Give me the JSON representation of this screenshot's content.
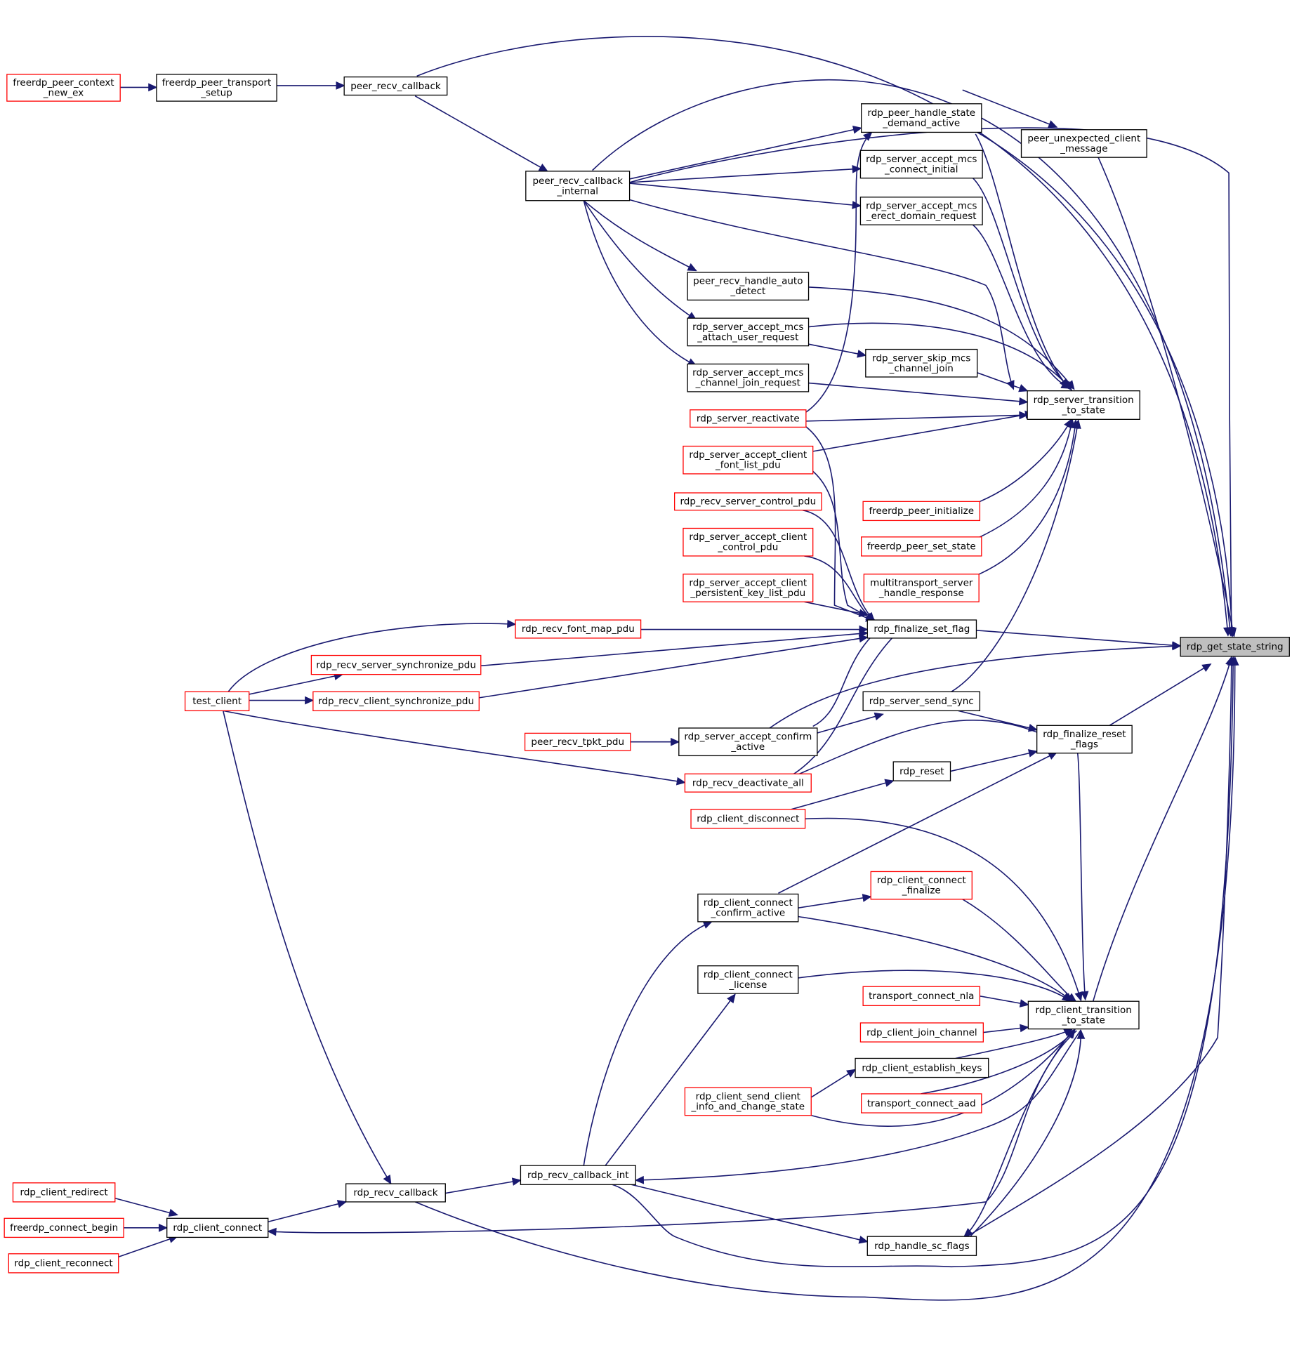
{
  "colors": {
    "edge": "#191970",
    "red_border": "#ff0000",
    "black_border": "#000000",
    "focus_fill": "#bfbfbf"
  },
  "nodes": [
    {
      "id": "rgss",
      "lines": [
        "rdp_get_state_string"
      ],
      "style": "focus"
    },
    {
      "id": "fpcne",
      "lines": [
        "freerdp_peer_context",
        "_new_ex"
      ],
      "style": "red"
    },
    {
      "id": "fpts",
      "lines": [
        "freerdp_peer_transport",
        "_setup"
      ],
      "style": "black"
    },
    {
      "id": "prc",
      "lines": [
        "peer_recv_callback"
      ],
      "style": "black"
    },
    {
      "id": "prci",
      "lines": [
        "peer_recv_callback",
        "_internal"
      ],
      "style": "black"
    },
    {
      "id": "rphsda",
      "lines": [
        "rdp_peer_handle_state",
        "_demand_active"
      ],
      "style": "black"
    },
    {
      "id": "puecm",
      "lines": [
        "peer_unexpected_client",
        "_message"
      ],
      "style": "black"
    },
    {
      "id": "rsamci",
      "lines": [
        "rdp_server_accept_mcs",
        "_connect_initial"
      ],
      "style": "black"
    },
    {
      "id": "rsamedr",
      "lines": [
        "rdp_server_accept_mcs",
        "_erect_domain_request"
      ],
      "style": "black"
    },
    {
      "id": "prhad",
      "lines": [
        "peer_recv_handle_auto",
        "_detect"
      ],
      "style": "black"
    },
    {
      "id": "rsamaur",
      "lines": [
        "rdp_server_accept_mcs",
        "_attach_user_request"
      ],
      "style": "black"
    },
    {
      "id": "rssmcj",
      "lines": [
        "rdp_server_skip_mcs",
        "_channel_join"
      ],
      "style": "black"
    },
    {
      "id": "rsamcjr",
      "lines": [
        "rdp_server_accept_mcs",
        "_channel_join_request"
      ],
      "style": "black"
    },
    {
      "id": "rsttts",
      "lines": [
        "rdp_server_transition",
        "_to_state"
      ],
      "style": "black"
    },
    {
      "id": "rsr",
      "lines": [
        "rdp_server_reactivate"
      ],
      "style": "red"
    },
    {
      "id": "rsacflp",
      "lines": [
        "rdp_server_accept_client",
        "_font_list_pdu"
      ],
      "style": "red"
    },
    {
      "id": "rrscp",
      "lines": [
        "rdp_recv_server_control_pdu"
      ],
      "style": "red"
    },
    {
      "id": "fpi",
      "lines": [
        "freerdp_peer_initialize"
      ],
      "style": "red"
    },
    {
      "id": "rsaccp",
      "lines": [
        "rdp_server_accept_client",
        "_control_pdu"
      ],
      "style": "red"
    },
    {
      "id": "fpss",
      "lines": [
        "freerdp_peer_set_state"
      ],
      "style": "red"
    },
    {
      "id": "rsacpklp",
      "lines": [
        "rdp_server_accept_client",
        "_persistent_key_list_pdu"
      ],
      "style": "red"
    },
    {
      "id": "mshr",
      "lines": [
        "multitransport_server",
        "_handle_response"
      ],
      "style": "red"
    },
    {
      "id": "rrfmp",
      "lines": [
        "rdp_recv_font_map_pdu"
      ],
      "style": "red"
    },
    {
      "id": "rfsf",
      "lines": [
        "rdp_finalize_set_flag"
      ],
      "style": "black"
    },
    {
      "id": "rrssp",
      "lines": [
        "rdp_recv_server_synchronize_pdu"
      ],
      "style": "red"
    },
    {
      "id": "tc",
      "lines": [
        "test_client"
      ],
      "style": "red"
    },
    {
      "id": "rrcsp",
      "lines": [
        "rdp_recv_client_synchronize_pdu"
      ],
      "style": "red"
    },
    {
      "id": "rsss",
      "lines": [
        "rdp_server_send_sync"
      ],
      "style": "black"
    },
    {
      "id": "prtp",
      "lines": [
        "peer_recv_tpkt_pdu"
      ],
      "style": "red"
    },
    {
      "id": "rsaca",
      "lines": [
        "rdp_server_accept_confirm",
        "_active"
      ],
      "style": "black"
    },
    {
      "id": "rfrf",
      "lines": [
        "rdp_finalize_reset",
        "_flags"
      ],
      "style": "black"
    },
    {
      "id": "rrda",
      "lines": [
        "rdp_recv_deactivate_all"
      ],
      "style": "red"
    },
    {
      "id": "rr",
      "lines": [
        "rdp_reset"
      ],
      "style": "black"
    },
    {
      "id": "rcd",
      "lines": [
        "rdp_client_disconnect"
      ],
      "style": "red"
    },
    {
      "id": "rccf",
      "lines": [
        "rdp_client_connect",
        "_finalize"
      ],
      "style": "red"
    },
    {
      "id": "rccca",
      "lines": [
        "rdp_client_connect",
        "_confirm_active"
      ],
      "style": "black"
    },
    {
      "id": "rccl",
      "lines": [
        "rdp_client_connect",
        "_license"
      ],
      "style": "black"
    },
    {
      "id": "tcn",
      "lines": [
        "transport_connect_nla"
      ],
      "style": "red"
    },
    {
      "id": "rcttts",
      "lines": [
        "rdp_client_transition",
        "_to_state"
      ],
      "style": "black"
    },
    {
      "id": "rcjc",
      "lines": [
        "rdp_client_join_channel"
      ],
      "style": "red"
    },
    {
      "id": "rcek",
      "lines": [
        "rdp_client_establish_keys"
      ],
      "style": "black"
    },
    {
      "id": "rcscics",
      "lines": [
        "rdp_client_send_client",
        "_info_and_change_state"
      ],
      "style": "red"
    },
    {
      "id": "tca",
      "lines": [
        "transport_connect_aad"
      ],
      "style": "red"
    },
    {
      "id": "rrci",
      "lines": [
        "rdp_recv_callback_int"
      ],
      "style": "black"
    },
    {
      "id": "rcr",
      "lines": [
        "rdp_client_redirect"
      ],
      "style": "red"
    },
    {
      "id": "rrc",
      "lines": [
        "rdp_recv_callback"
      ],
      "style": "black"
    },
    {
      "id": "fcb",
      "lines": [
        "freerdp_connect_begin"
      ],
      "style": "red"
    },
    {
      "id": "rcc",
      "lines": [
        "rdp_client_connect"
      ],
      "style": "black"
    },
    {
      "id": "rhsf",
      "lines": [
        "rdp_handle_sc_flags"
      ],
      "style": "black"
    },
    {
      "id": "rcrc",
      "lines": [
        "rdp_client_reconnect"
      ],
      "style": "red"
    }
  ]
}
